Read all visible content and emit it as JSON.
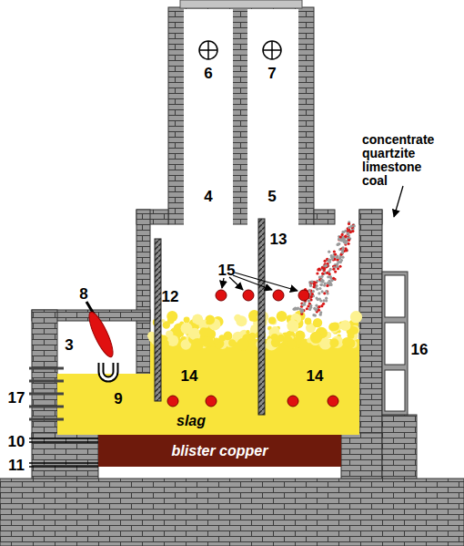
{
  "diagram": {
    "nodes": [
      {
        "text": [
          "slag"
        ]
      },
      {
        "text": [
          "blister copper"
        ]
      }
    ],
    "labels": [
      "6",
      "7",
      "4",
      "5",
      "concentrate quartzite limestone coal",
      "15",
      "8",
      "12",
      "13",
      "3",
      "16",
      "9",
      "14",
      "14",
      "17",
      "10",
      "11"
    ]
  }
}
